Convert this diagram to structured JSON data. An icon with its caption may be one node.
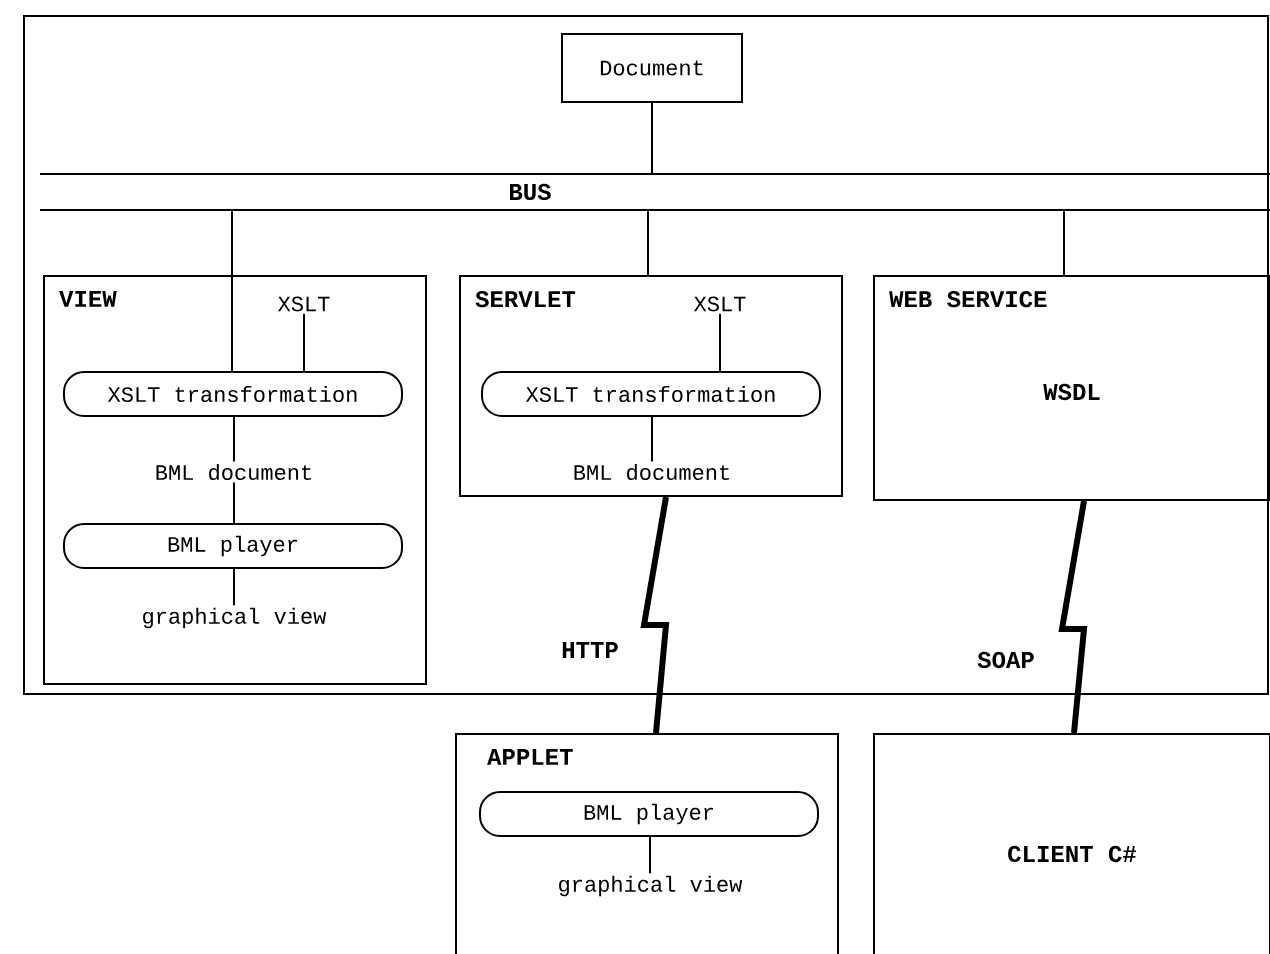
{
  "diagram": {
    "nodes": [
      {
        "text": [],
        "shape": "box"
      },
      {
        "text": [
          "Document"
        ],
        "in": 0
      },
      {
        "text": [
          "BUS"
        ],
        "in": 0
      },
      {
        "text": [
          "VIEW"
        ],
        "in": 0
      },
      {
        "text": [
          "XSLT"
        ],
        "in": 3
      },
      {
        "text": [
          "XSLT transformation"
        ],
        "in": 3
      },
      {
        "text": [
          "BML document"
        ],
        "in": 3
      },
      {
        "text": [
          "BML player"
        ],
        "in": 3
      },
      {
        "text": [
          "graphical view"
        ],
        "in": 3
      },
      {
        "text": [
          "SERVLET"
        ],
        "in": 0
      },
      {
        "text": [
          "XSLT"
        ],
        "in": 9
      },
      {
        "text": [
          "XSLT transformation"
        ],
        "in": 9
      },
      {
        "text": [
          "BML document"
        ],
        "in": 9
      },
      {
        "text": [
          "WEB SERVICE",
          "WSDL"
        ],
        "in": 0
      },
      {
        "text": [
          "APPLET"
        ]
      },
      {
        "text": [
          "BML player"
        ],
        "in": 14
      },
      {
        "text": [
          "graphical view"
        ],
        "in": 14
      },
      {
        "text": [
          "CLIENT C#"
        ]
      }
    ],
    "edges": [
      {
        "from": 1,
        "to": 2,
        "arrow": "none"
      },
      {
        "from": 2,
        "to": 5,
        "arrow": "none"
      },
      {
        "from": 2,
        "to": 9,
        "arrow": "none"
      },
      {
        "from": 2,
        "to": 13,
        "arrow": "none"
      },
      {
        "from": 4,
        "to": 5,
        "arrow": "none"
      },
      {
        "from": 5,
        "to": 6,
        "arrow": "none"
      },
      {
        "from": 6,
        "to": 7,
        "arrow": "none"
      },
      {
        "from": 7,
        "to": 8,
        "arrow": "none"
      },
      {
        "from": 10,
        "to": 11,
        "arrow": "none"
      },
      {
        "from": 11,
        "to": 12,
        "arrow": "none"
      },
      {
        "from": 9,
        "to": 14,
        "arrow": "none",
        "style": "thick",
        "label": "HTTP"
      },
      {
        "from": 13,
        "to": 17,
        "arrow": "none",
        "style": "thick",
        "label": "SOAP"
      },
      {
        "from": 15,
        "to": 16,
        "arrow": "none"
      }
    ]
  }
}
